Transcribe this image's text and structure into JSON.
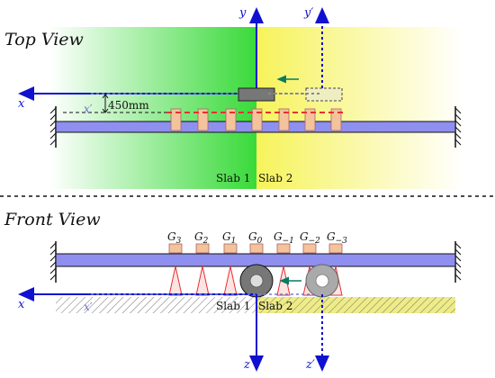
{
  "top_view": {
    "title": "Top View",
    "axis_x": "x",
    "axis_x_prime": "x′",
    "axis_y": "y",
    "axis_y_prime": "y′",
    "offset_label": "450mm",
    "slab1_label": "Slab 1",
    "slab2_label": "Slab 2"
  },
  "front_view": {
    "title": "Front View",
    "axis_x": "x",
    "axis_x_prime": "x′",
    "axis_z": "z",
    "axis_z_prime": "z′",
    "slab1_label": "Slab 1",
    "slab2_label": "Slab 2",
    "gauges": [
      {
        "base": "G",
        "sub": "3"
      },
      {
        "base": "G",
        "sub": "2"
      },
      {
        "base": "G",
        "sub": "1"
      },
      {
        "base": "G",
        "sub": "0"
      },
      {
        "base": "G",
        "sub": "−1"
      },
      {
        "base": "G",
        "sub": "−2"
      },
      {
        "base": "G",
        "sub": "−3"
      }
    ]
  },
  "colors": {
    "slab_left": "#3ddc3d",
    "slab_right": "#f7f56a",
    "beam": "#8f8ff0",
    "gauge": "#f3c39c",
    "axis": "#1010d0",
    "arrow": "#0a7a60",
    "laser": "#e83030"
  }
}
